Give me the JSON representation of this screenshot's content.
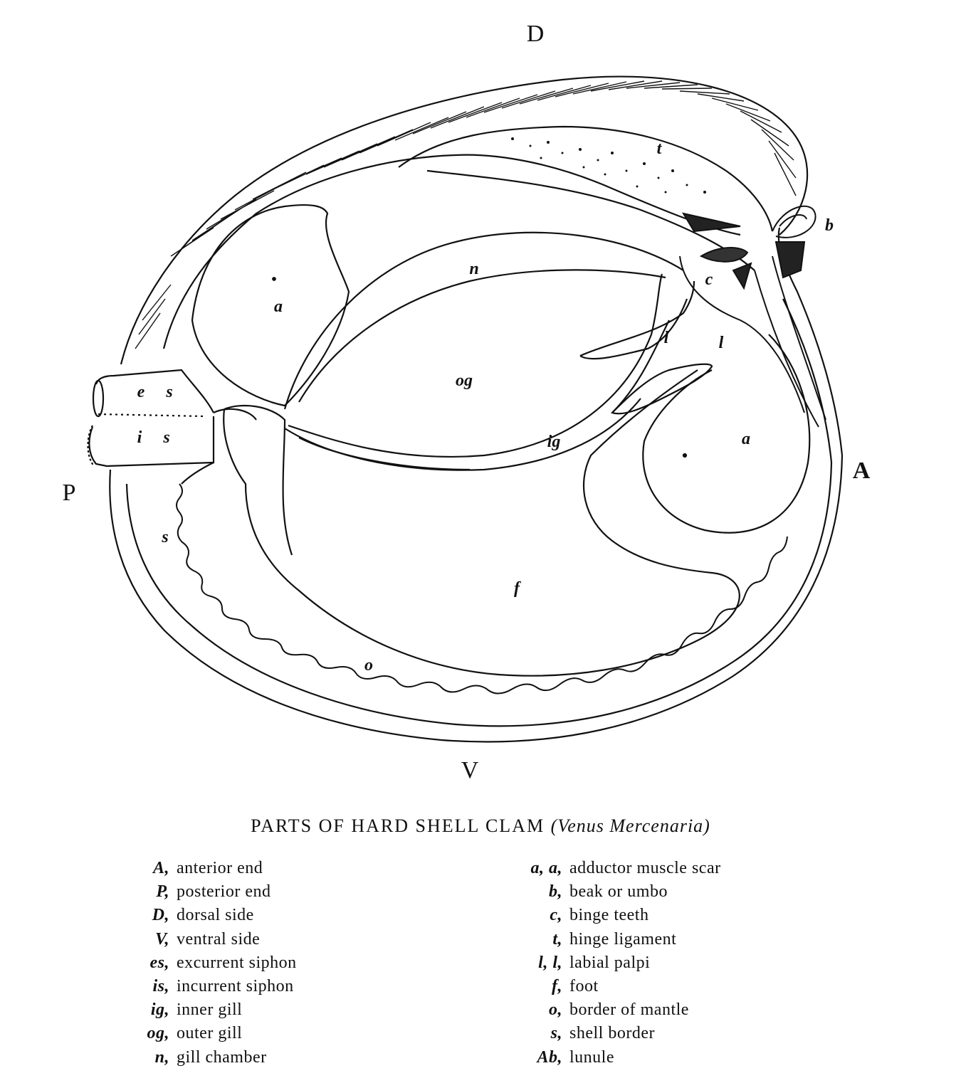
{
  "orientation": {
    "dorsal": "D",
    "ventral": "V",
    "posterior": "P",
    "anterior": "A"
  },
  "diagram_labels": {
    "beak": "b",
    "hinge_ligament": "t",
    "hinge_teeth": "c",
    "gill_chamber": "n",
    "adductor_posterior": "a",
    "adductor_anterior": "a",
    "outer_gill": "og",
    "inner_gill": "ig",
    "palp_1": "l",
    "palp_2": "l",
    "excurrent_e": "e",
    "excurrent_s": "s",
    "incurrent_i": "i",
    "incurrent_s": "s",
    "shell_border": "s",
    "foot": "f",
    "mantle_border": "o"
  },
  "caption": {
    "title": "PARTS OF HARD SHELL CLAM",
    "species": "(Venus Mercenaria)"
  },
  "legend": {
    "left": [
      {
        "key": "A,",
        "text": "anterior end"
      },
      {
        "key": "P,",
        "text": "posterior end"
      },
      {
        "key": "D,",
        "text": "dorsal side"
      },
      {
        "key": "V,",
        "text": "ventral side"
      },
      {
        "key": "es,",
        "text": "excurrent siphon"
      },
      {
        "key": "is,",
        "text": "incurrent siphon"
      },
      {
        "key": "ig,",
        "text": "inner gill"
      },
      {
        "key": "og,",
        "text": "outer gill"
      },
      {
        "key": "n,",
        "text": "gill chamber"
      }
    ],
    "right": [
      {
        "key": "a, a,",
        "text": "adductor muscle scar"
      },
      {
        "key": "b,",
        "text": "beak or umbo"
      },
      {
        "key": "c,",
        "text": "binge teeth"
      },
      {
        "key": "t,",
        "text": "hinge ligament"
      },
      {
        "key": "l, l,",
        "text": "labial palpi"
      },
      {
        "key": "f,",
        "text": "foot"
      },
      {
        "key": "o,",
        "text": "border of mantle"
      },
      {
        "key": "s,",
        "text": "shell border"
      },
      {
        "key": "Ab,",
        "text": "lunule"
      }
    ]
  }
}
